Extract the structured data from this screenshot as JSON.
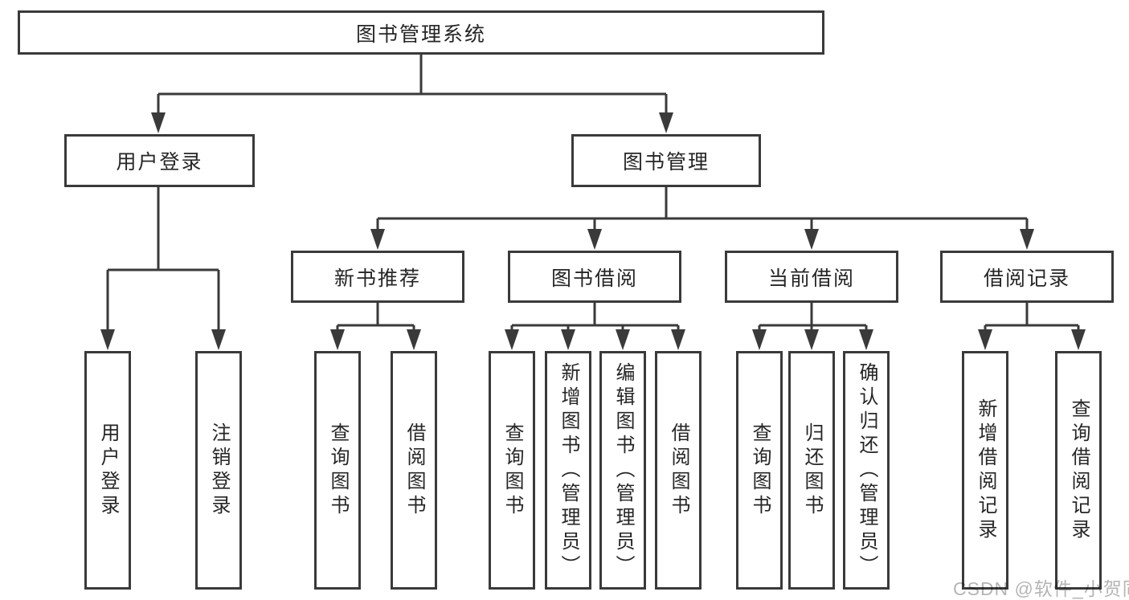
{
  "diagram": {
    "root": {
      "label": "图书管理系统"
    },
    "level2": [
      {
        "label": "用户登录"
      },
      {
        "label": "图书管理"
      }
    ],
    "level3": [
      {
        "label": "新书推荐"
      },
      {
        "label": "图书借阅"
      },
      {
        "label": "当前借阅"
      },
      {
        "label": "借阅记录"
      }
    ],
    "leaves": {
      "user_login": [
        "用户登录",
        "注销登录"
      ],
      "new_book_recommend": [
        "查询图书",
        "借阅图书"
      ],
      "book_borrow": [
        "查询图书",
        "新增图书（管理员）",
        "编辑图书（管理员）",
        "借阅图书"
      ],
      "current_borrow": [
        "查询图书",
        "归还图书",
        "确认归还（管理员）"
      ],
      "borrow_records": [
        "新增借阅记录",
        "查询借阅记录"
      ]
    },
    "colors": {
      "line": "#3a3a3a",
      "text": "#262626",
      "watermark": "#b5b5b5"
    }
  },
  "watermark": {
    "text": "CSDN @软件_小贺同学"
  }
}
